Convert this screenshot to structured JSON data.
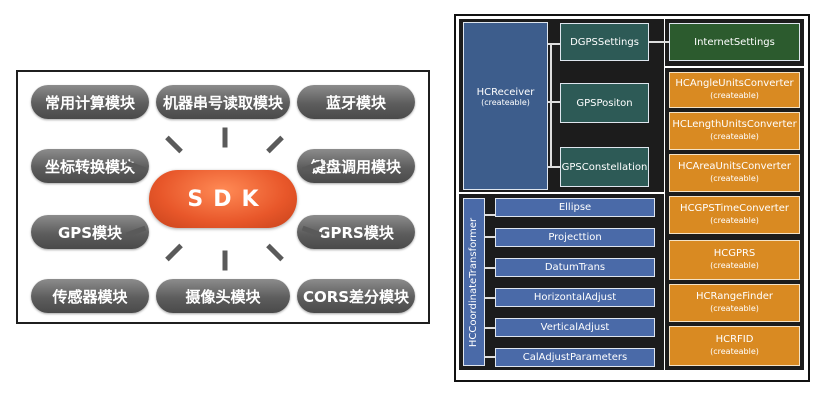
{
  "left": {
    "center_label": "SDK",
    "modules": [
      "常用计算模块",
      "机器串号读取模块",
      "蓝牙模块",
      "坐标转换模块",
      "键盘调用模块",
      "GPS模块",
      "GPRS模块",
      "传感器模块",
      "摄像头模块",
      "CORS差分模块"
    ]
  },
  "right": {
    "receiver": {
      "name": "HCReceiver",
      "tag": "(createable)"
    },
    "gps_boxes": [
      "DGPSSettings",
      "GPSPositon",
      "GPSConstellation"
    ],
    "internet": "InternetSettings",
    "transformer": "HCCoordinateTransformer",
    "transform_items": [
      "Ellipse",
      "Projecttion",
      "DatumTrans",
      "HorizontalAdjust",
      "VerticalAdjust",
      "CalAdjustParameters"
    ],
    "converters": [
      {
        "name": "HCAngleUnitsConverter",
        "tag": "(createable)"
      },
      {
        "name": "HCLengthUnitsConverter",
        "tag": "(createable)"
      },
      {
        "name": "HCAreaUnitsConverter",
        "tag": "(createable)"
      },
      {
        "name": "HCGPSTimeConverter",
        "tag": "(createable)"
      },
      {
        "name": "HCGPRS",
        "tag": "(createable)"
      },
      {
        "name": "HCRangeFinder",
        "tag": "(createable)"
      },
      {
        "name": "HCRFID",
        "tag": "(createable)"
      }
    ]
  }
}
